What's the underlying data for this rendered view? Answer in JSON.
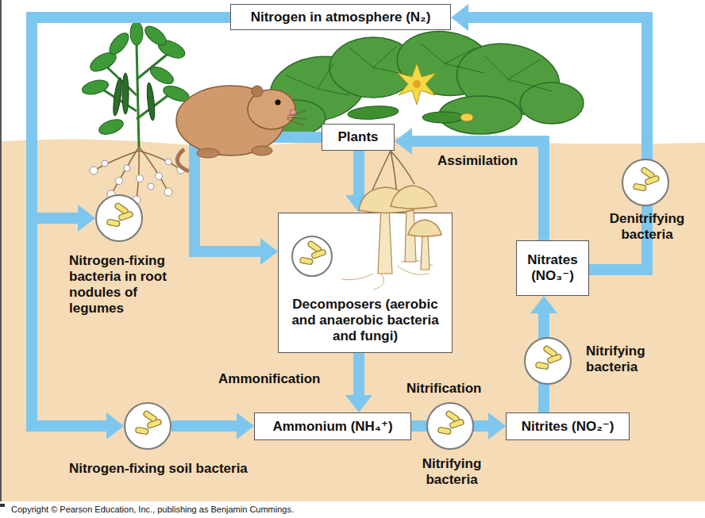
{
  "diagram": {
    "nodes": [
      {
        "text": [
          "Nitrogen in atmosphere (N₂)"
        ]
      },
      {
        "text": [
          "Plants"
        ]
      },
      {
        "text": [
          "Nitrogen-fixing bacteria in root nodules of legumes"
        ]
      },
      {
        "text": [
          "Decomposers (aerobic and anaerobic bacteria and fungi)"
        ]
      },
      {
        "text": [
          "Nitrates (NO₃⁻)"
        ]
      },
      {
        "text": [
          "Denitrifying bacteria"
        ]
      },
      {
        "text": [
          "Ammonium (NH₄⁺)"
        ]
      },
      {
        "text": [
          "Nitrites (NO₂⁻)"
        ]
      },
      {
        "text": [
          "Nitrifying bacteria"
        ]
      },
      {
        "text": [
          "Nitrifying bacteria"
        ]
      },
      {
        "text": [
          "Nitrogen-fixing soil bacteria"
        ]
      }
    ],
    "edges": [
      {
        "from": 0,
        "to": 2,
        "arrow": "to"
      },
      {
        "from": 0,
        "to": 10,
        "arrow": "to"
      },
      {
        "from": 10,
        "to": 6,
        "arrow": "to"
      },
      {
        "from": 1,
        "to": 3,
        "arrow": "to"
      },
      {
        "from": 1,
        "to": 3,
        "arrow": "to"
      },
      {
        "from": 3,
        "to": 6,
        "label": "Ammonification",
        "arrow": "to"
      },
      {
        "from": 6,
        "to": 7,
        "label": "Nitrification",
        "arrow": "to"
      },
      {
        "from": 7,
        "to": 4,
        "arrow": "to"
      },
      {
        "from": 4,
        "to": 1,
        "label": "Assimilation",
        "arrow": "to"
      },
      {
        "from": 4,
        "to": 0,
        "arrow": "to"
      }
    ],
    "labels": [
      "Copyright © Pearson Education, Inc., publishing as Benjamin Cummings."
    ]
  }
}
